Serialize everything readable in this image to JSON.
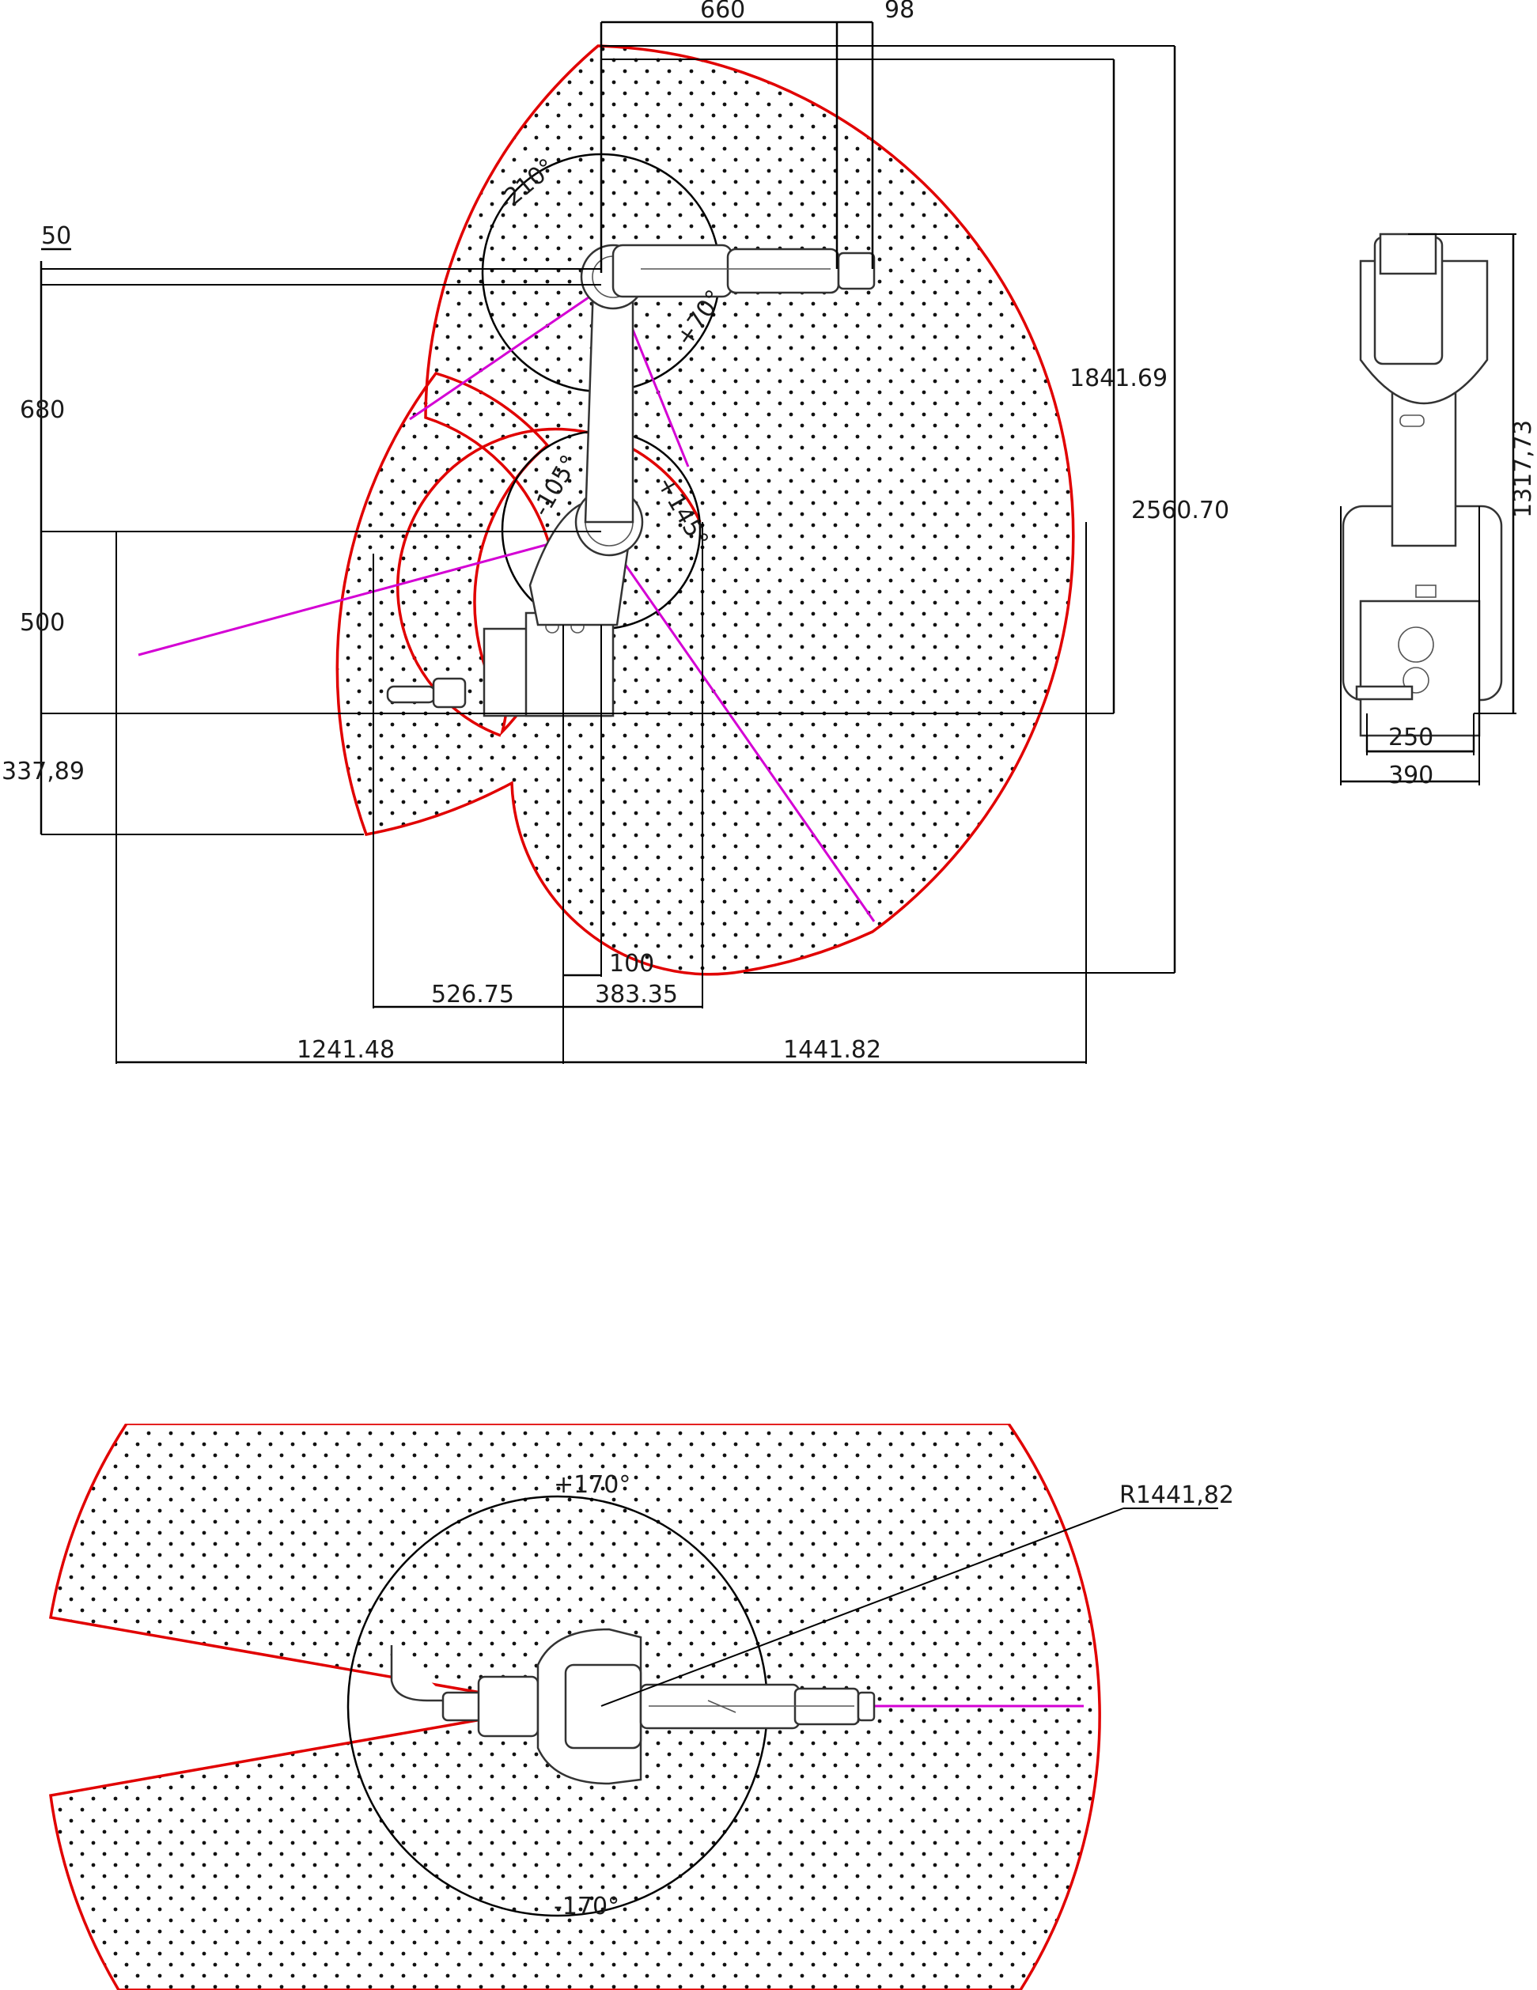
{
  "side_view": {
    "dims": {
      "d660": "660",
      "d98": "98",
      "d50": "50",
      "d680": "680",
      "d500": "500",
      "d337": "337,89",
      "d1841": "1841.69",
      "d2560": "2560.70",
      "d100": "100",
      "d526": "526.75",
      "d383": "383.35",
      "d1241": "1241.48",
      "d1441": "1441.82"
    },
    "angles": {
      "a_minus210": "-210°",
      "a_plus70": "+70°",
      "a_minus105": "-105°",
      "a_plus145": "+145°"
    }
  },
  "front_view": {
    "dims": {
      "d1317": "1317,73",
      "d250": "250",
      "d390": "390"
    }
  },
  "top_view": {
    "angles": {
      "a_plus170": "+170°",
      "a_minus170": "-170°"
    },
    "radius_label": "R1441,82"
  },
  "colors": {
    "envelope": "#e10000",
    "axis": "#d400d4",
    "lines": "#000000"
  }
}
